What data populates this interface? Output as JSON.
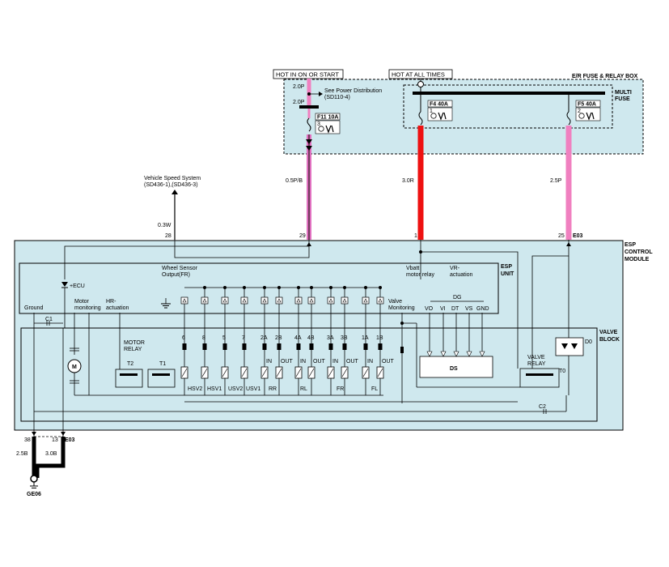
{
  "tags": {
    "hot_run_start": "HOT IN ON OR START",
    "hot_all_times": "HOT AT ALL TIMES"
  },
  "fuse_box": {
    "title": "E/R FUSE & RELAY BOX",
    "multi_fuse": [
      "MULTI",
      "FUSE"
    ],
    "see_power_dist": [
      "See Power Distribution",
      "(SD110-4)"
    ],
    "wire_top": "2.0P",
    "wire_mid": "2.0P",
    "fuses": [
      {
        "name": "F11 10A",
        "num": "3"
      },
      {
        "name": "F4 40A",
        "num": "1"
      },
      {
        "name": "F5 40A",
        "num": "2"
      }
    ]
  },
  "vehicle_speed": {
    "lines": [
      "Vehicle Speed System",
      "(SD436-1),(SD436-3)"
    ]
  },
  "wires": {
    "w1": "0.5P/B",
    "w2": "3.0R",
    "w3": "2.5P",
    "w4": "0.3W",
    "ground_left": "2.5B",
    "ground_right": "3.0B"
  },
  "pins": {
    "p28": "28",
    "p29": "29",
    "p1": "1",
    "p25": "25",
    "connector": "E03",
    "p38": "38",
    "p13": "13",
    "connector_bottom": "E03",
    "ground_point": "GE06"
  },
  "esp_module": {
    "title": [
      "ESP",
      "CONTROL",
      "MODULE"
    ],
    "unit": [
      "ESP",
      "UNIT"
    ],
    "wheel_sensor": [
      "Wheel Sensor",
      "Output(FR)"
    ],
    "vbatt": [
      "Vbatt",
      "motor relay"
    ],
    "vr": [
      "VR-",
      "actuation"
    ],
    "ecu": "+ECU",
    "ground": "Ground",
    "motor_mon": [
      "Motor",
      "monitoring"
    ],
    "hr_act": [
      "HR-",
      "actuation"
    ],
    "valve_mon": [
      "Valve",
      "Monitoring"
    ],
    "dg": "DG",
    "dg_pins": [
      "VO",
      "VI",
      "DT",
      "VS",
      "GND"
    ],
    "c1": "C1",
    "c2": "C2"
  },
  "valve_block": {
    "title": [
      "VALVE",
      "BLOCK"
    ],
    "motor_relay": [
      "MOTOR",
      "RELAY"
    ],
    "t2": "T2",
    "t1": "T1",
    "motor": "M",
    "ds": "DS",
    "valve_relay": [
      "VALVE",
      "RELAY"
    ],
    "t0": "T0",
    "d0": "D0",
    "pin_labels": [
      "6",
      "8",
      "5",
      "7",
      "2A",
      "2B",
      "4A",
      "4B",
      "3A",
      "3B",
      "1A",
      "1B"
    ],
    "in_out": [
      "IN",
      "OUT",
      "IN",
      "OUT",
      "IN",
      "OUT",
      "IN",
      "OUT"
    ],
    "valves": [
      "HSV2",
      "HSV1",
      "USV2",
      "USV1",
      "RR",
      "RL",
      "FR",
      "FL"
    ]
  }
}
